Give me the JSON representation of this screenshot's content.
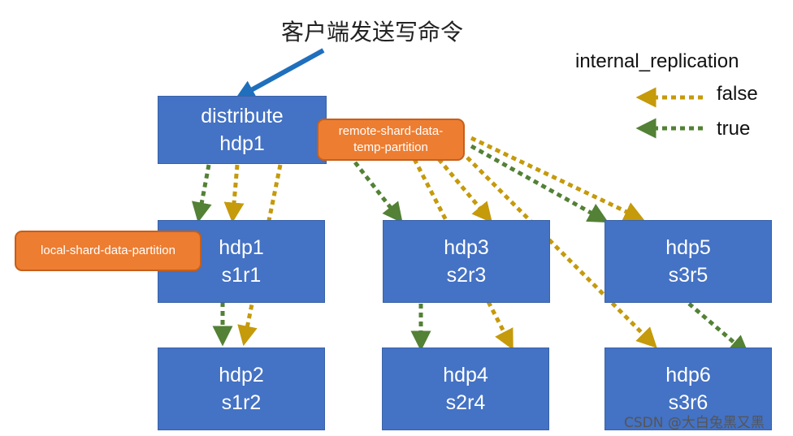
{
  "title": "客户端发送写命令",
  "legend": {
    "title": "internal_replication",
    "items": [
      {
        "label": "false",
        "color": "#c59a0b"
      },
      {
        "label": "true",
        "color": "#538135"
      }
    ]
  },
  "nodes": {
    "distribute": {
      "line1": "distribute",
      "line2": "hdp1"
    },
    "hdp1": {
      "line1": "hdp1",
      "line2": "s1r1"
    },
    "hdp2": {
      "line1": "hdp2",
      "line2": "s1r2"
    },
    "hdp3": {
      "line1": "hdp3",
      "line2": "s2r3"
    },
    "hdp4": {
      "line1": "hdp4",
      "line2": "s2r4"
    },
    "hdp5": {
      "line1": "hdp5",
      "line2": "s3r5"
    },
    "hdp6": {
      "line1": "hdp6",
      "line2": "s3r6"
    }
  },
  "tags": {
    "local": "local-shard-data-partition",
    "remote_line1": "remote-shard-data-",
    "remote_line2": "temp-partition"
  },
  "colors": {
    "node": "#4472c4",
    "tag": "#ed7d31",
    "false": "#c59a0b",
    "true": "#538135",
    "client_arrow": "#1f6fbd"
  },
  "watermark": "CSDN @大白兔黑又黑"
}
